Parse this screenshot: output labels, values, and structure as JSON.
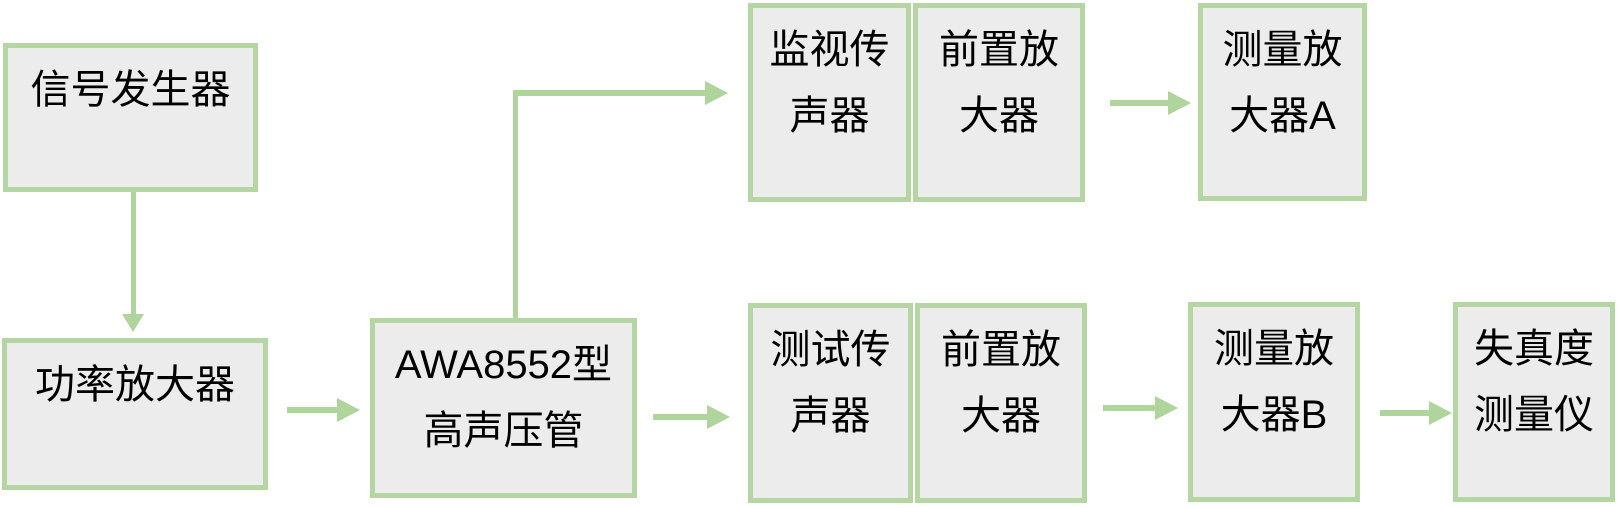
{
  "diagram": {
    "type": "flowchart",
    "description": "Audio distortion measurement setup block diagram",
    "colors": {
      "box_fill": "#ececec",
      "box_border": "#b5d6a3",
      "arrow": "#afd49c",
      "text": "#000000",
      "bg": "#ffffff"
    },
    "nodes": {
      "signal_generator": {
        "label": "信号发生器",
        "line1": "信号发生器"
      },
      "power_amplifier": {
        "label": "功率放大器",
        "line1": "功率放大器"
      },
      "awa8552_tube": {
        "label": "AWA8552型高声压管",
        "line1": "AWA8552型",
        "line2": "高声压管"
      },
      "monitor_microphone": {
        "label": "监视传声器",
        "line1": "监视传",
        "line2": "声器"
      },
      "preamp_top": {
        "label": "前置放大器",
        "line1": "前置放",
        "line2": "大器"
      },
      "measuring_amplifier_a": {
        "label": "测量放大器A",
        "line1": "测量放",
        "line2": "大器A"
      },
      "test_microphone": {
        "label": "测试传声器",
        "line1": "测试传",
        "line2": "声器"
      },
      "preamp_bottom": {
        "label": "前置放大器",
        "line1": "前置放",
        "line2": "大器"
      },
      "measuring_amplifier_b": {
        "label": "测量放大器B",
        "line1": "测量放",
        "line2": "大器B"
      },
      "distortion_meter": {
        "label": "失真度测量仪",
        "line1": "失真度",
        "line2": "测量仪"
      }
    },
    "edges": [
      {
        "from": "信号发生器",
        "to": "功率放大器",
        "direction": "down"
      },
      {
        "from": "功率放大器",
        "to": "AWA8552型高声压管",
        "direction": "right"
      },
      {
        "from": "AWA8552型高声压管",
        "to": "监视传声器",
        "direction": "up-right branch"
      },
      {
        "from": "AWA8552型高声压管",
        "to": "测试传声器",
        "direction": "right"
      },
      {
        "from": "前置放大器(监视)",
        "to": "测量放大器A",
        "direction": "right"
      },
      {
        "from": "前置放大器(测试)",
        "to": "测量放大器B",
        "direction": "right"
      },
      {
        "from": "测量放大器B",
        "to": "失真度测量仪",
        "direction": "right"
      }
    ]
  }
}
